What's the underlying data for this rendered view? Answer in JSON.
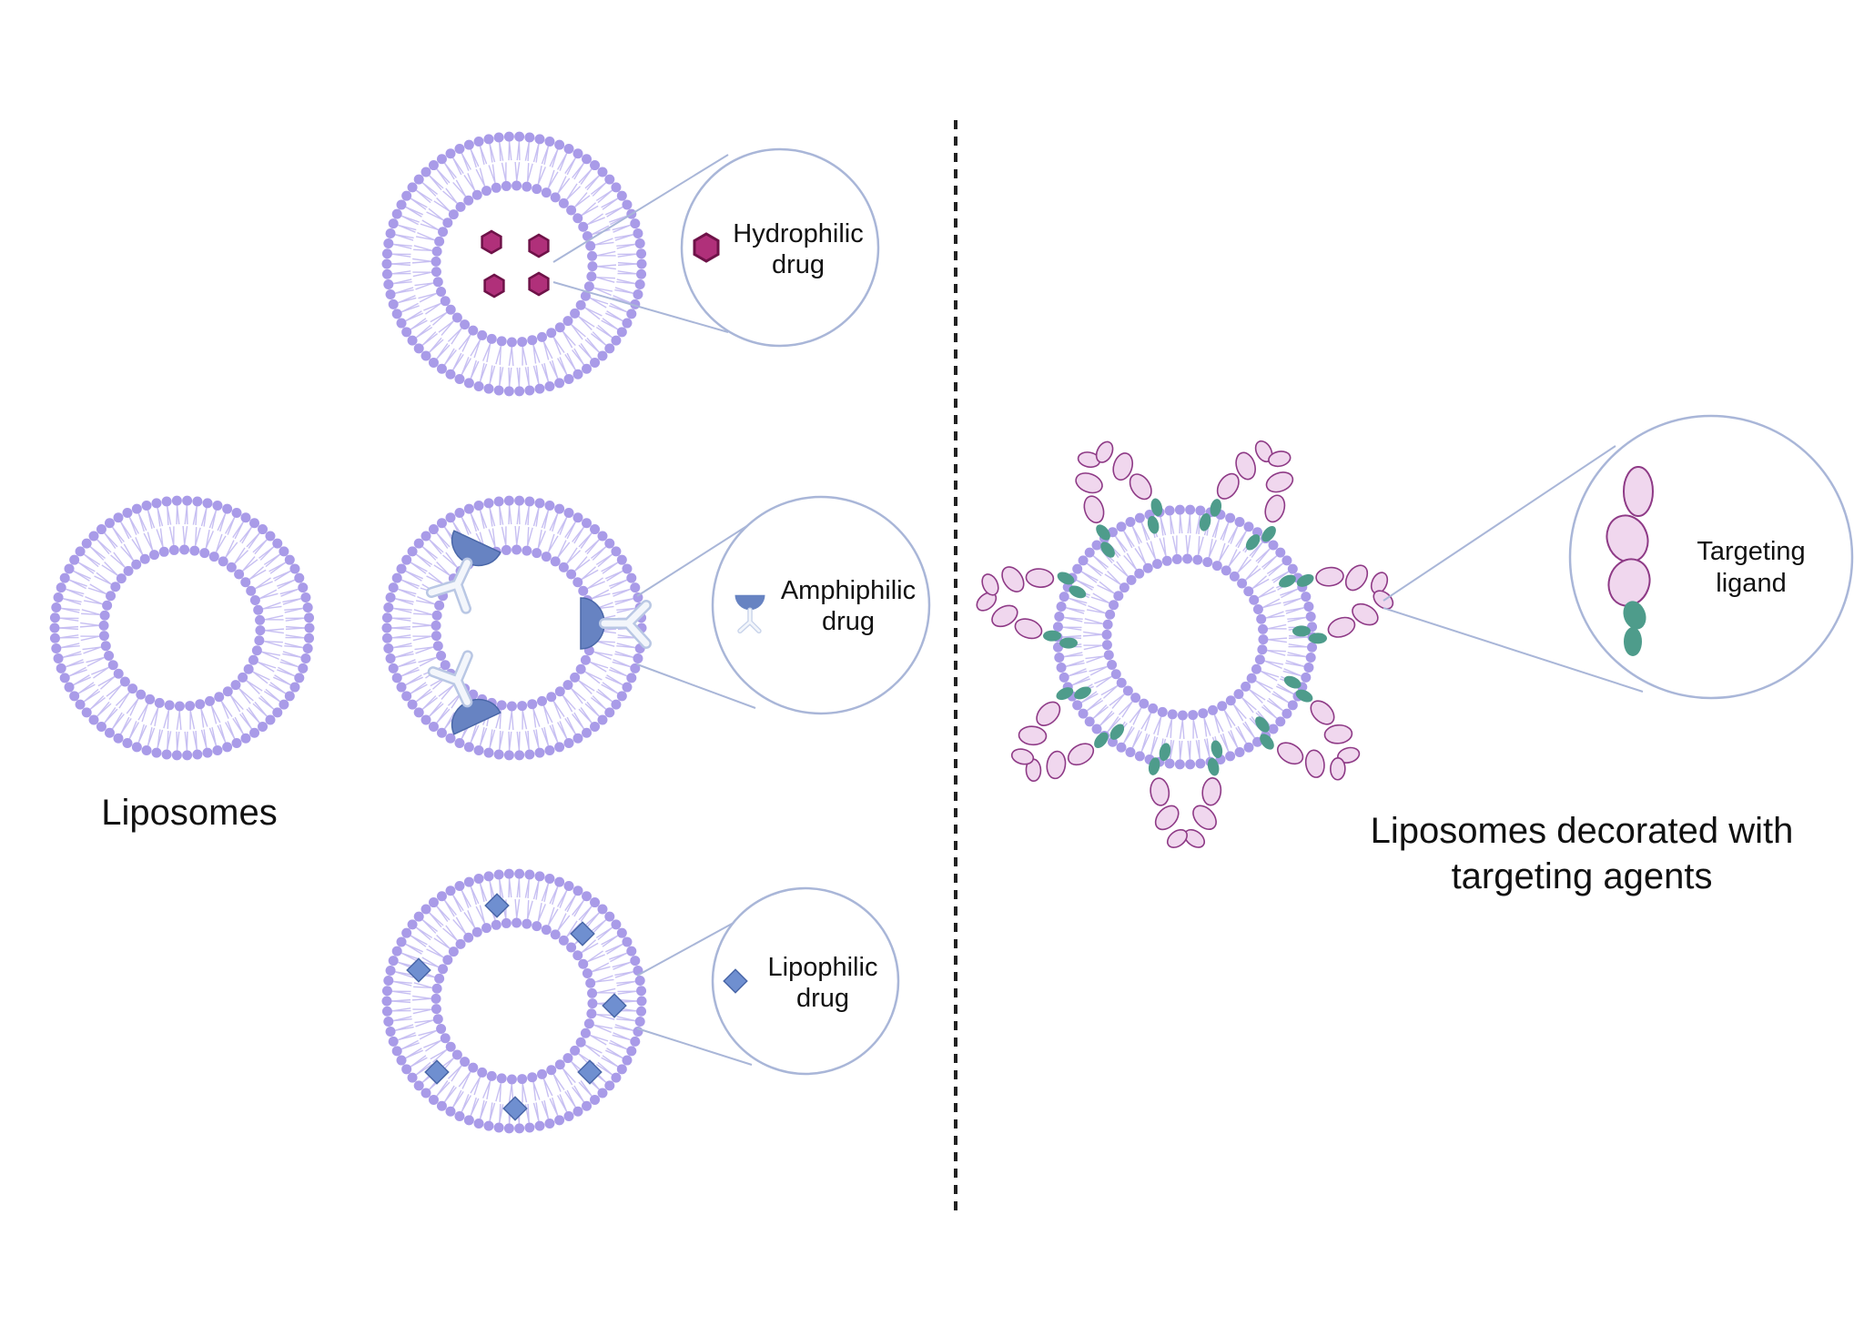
{
  "labels": {
    "liposomes": "Liposomes",
    "hydrophilic_line1": "Hydrophilic",
    "hydrophilic_line2": "drug",
    "amphiphilic_line1": "Amphiphilic",
    "amphiphilic_line2": "drug",
    "lipophilic_line1": "Lipophilic",
    "lipophilic_line2": "drug",
    "targeting_line1": "Targeting",
    "targeting_line2": "ligand",
    "decorated_line1": "Liposomes decorated with",
    "decorated_line2": "targeting agents"
  },
  "colors": {
    "lipid_head": "#a99be8",
    "lipid_tail": "#c7bff2",
    "inset_border": "#a9b6d8",
    "hydrophilic_drug": "#b0307a",
    "amphiphilic_head": "#6783c2",
    "amphiphilic_tail": "#e9eef7",
    "lipophilic_drug": "#6f8fd0",
    "ligand_outer": "#f0d7ee",
    "ligand_outer_stroke": "#8e3a86",
    "ligand_inner": "#4e9c8b",
    "divider": "#222222"
  },
  "icons": {
    "hydrophilic": "hexagon-icon",
    "amphiphilic": "cup-antibody-icon",
    "lipophilic": "diamond-icon",
    "ligand": "ligand-chain-icon"
  }
}
